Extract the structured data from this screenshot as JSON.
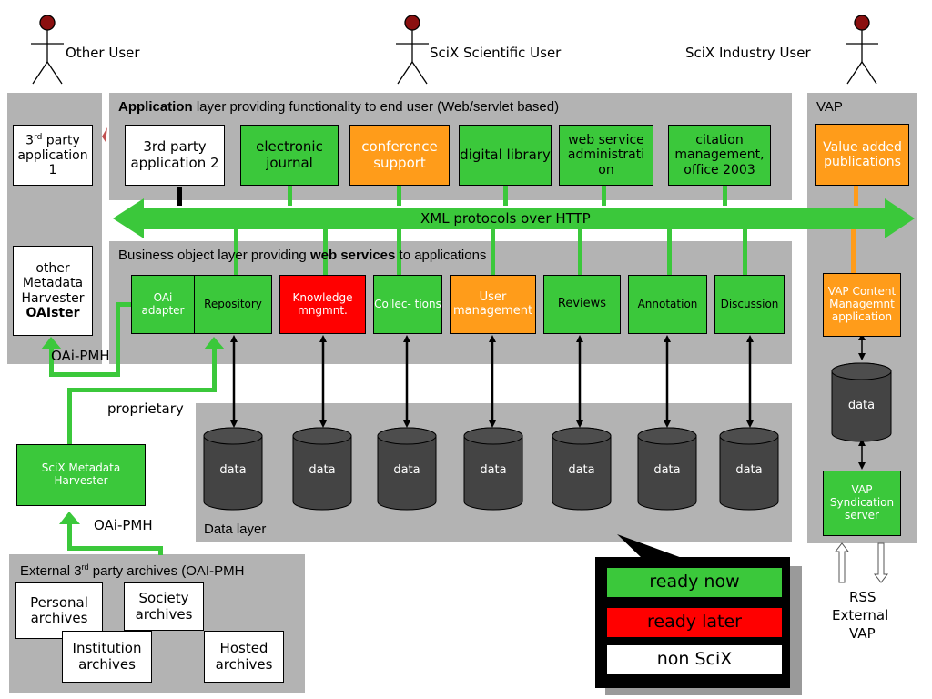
{
  "users": [
    {
      "label": "Other User"
    },
    {
      "label": "SciX Scientific User"
    },
    {
      "label": "SciX Industry User"
    }
  ],
  "application_layer": {
    "title_bold": "Application",
    "title_rest": " layer providing functionality to end user (Web/servlet based)",
    "boxes": [
      {
        "label": "3rd party application 2",
        "status": "non SciX"
      },
      {
        "label": "electronic journal",
        "status": "ready now"
      },
      {
        "label": "conference support",
        "status": "orange"
      },
      {
        "label": "digital library",
        "status": "ready now"
      },
      {
        "label": "web service administrati on",
        "status": "ready now"
      },
      {
        "label": "citation management, office 2003",
        "status": "ready now"
      }
    ]
  },
  "left_panel": {
    "app1": {
      "sup_prefix": "3",
      "sup": "rd",
      "text": " party application 1"
    },
    "harvester": {
      "line1": "other",
      "line2": "Metadata",
      "line3": "Harvester",
      "line4": "OAIster"
    }
  },
  "vap": {
    "title": "VAP",
    "value_added": "Value added publications",
    "content_mgmt": "VAP Content Managemnt application",
    "data": "data",
    "syndication": "VAP Syndication server",
    "rss": "RSS",
    "external": "External",
    "vap_label": "VAP"
  },
  "xml_bar": {
    "label": "XML protocols over HTTP"
  },
  "business_layer": {
    "title_pre": "Business object layer providing ",
    "title_bold": "web services",
    "title_post": " to applications",
    "boxes": [
      {
        "label": "OAi adapter"
      },
      {
        "label": "Repository"
      },
      {
        "label": "Knowledge mngmnt."
      },
      {
        "label": "Collec- tions"
      },
      {
        "label": "User management"
      },
      {
        "label": "Reviews"
      },
      {
        "label": "Annotation"
      },
      {
        "label": "Discussion"
      }
    ]
  },
  "data_layer": {
    "title": "Data layer",
    "cylinders": [
      "data",
      "data",
      "data",
      "data",
      "data",
      "data",
      "data"
    ]
  },
  "connectors": {
    "oai_pmh_top": "OAi-PMH",
    "proprietary": "proprietary",
    "oai_pmh_bottom": "OAi-PMH"
  },
  "scix_harvester": {
    "label": "SciX Metadata Harvester"
  },
  "external_archives": {
    "title_pre": "External 3",
    "title_sup": "rd",
    "title_post": " party archives (OAI-PMH",
    "items": [
      "Personal archives",
      "Society archives",
      "Institution archives",
      "Hosted archives"
    ]
  },
  "legend": {
    "items": [
      {
        "label": "ready now",
        "color": "#3bc83b"
      },
      {
        "label": "ready later",
        "color": "#ff0000"
      },
      {
        "label": "non SciX",
        "color": "#ffffff"
      }
    ]
  },
  "colors": {
    "panel_gray": "#b3b3b3",
    "green": "#3bc83b",
    "orange": "#ff9c1a",
    "red": "#ff0000",
    "dark_cylinder": "#444444",
    "user_head": "#8b1010"
  }
}
